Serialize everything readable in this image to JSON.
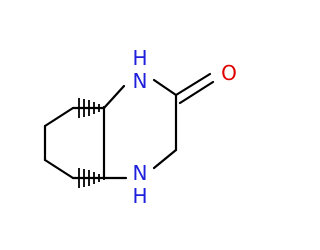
{
  "molecule": {
    "atoms": {
      "n1": {
        "symbol": "H\nN",
        "text_top": "H",
        "text_bottom": "N"
      },
      "n4": {
        "symbol": "N\nH",
        "text_top": "N",
        "text_bottom": "H"
      },
      "o": {
        "symbol": "O"
      }
    },
    "colors": {
      "nitrogen": "#1f1fdc",
      "oxygen": "#e00000",
      "carbon_bond": "#000000"
    }
  }
}
